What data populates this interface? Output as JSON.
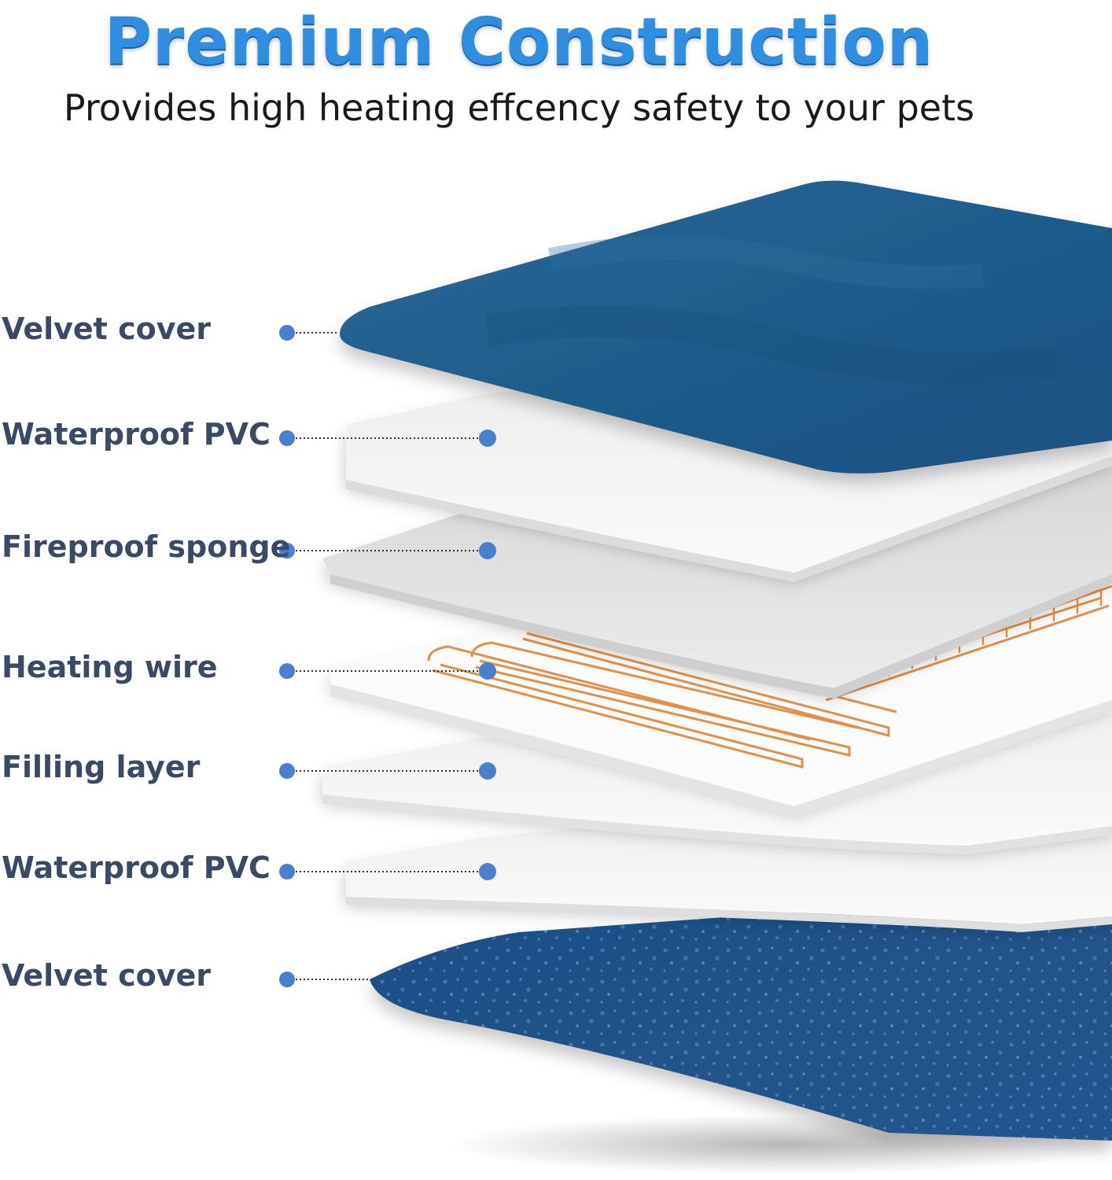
{
  "heading": {
    "title": "Premium Construction",
    "subtitle": "Provides high heating effcency safety to your pets"
  },
  "layers": [
    {
      "label": "Velvet cover",
      "color": "#1f5c8b"
    },
    {
      "label": "Waterproof PVC",
      "color": "#f2f2f2"
    },
    {
      "label": "Fireproof sponge",
      "color": "#dcdcdc"
    },
    {
      "label": "Heating wire",
      "color": "#e0904a"
    },
    {
      "label": "Filling layer",
      "color": "#f5f5f5"
    },
    {
      "label": "Waterproof PVC",
      "color": "#f2f2f2"
    },
    {
      "label": "Velvet cover",
      "color": "#1f5c8b"
    }
  ],
  "colors": {
    "title": "#2f8ee0",
    "label": "#3a4a64",
    "marker": "#4a7fce",
    "velvet": "#1f5c8b",
    "wire": "#e0904a"
  }
}
